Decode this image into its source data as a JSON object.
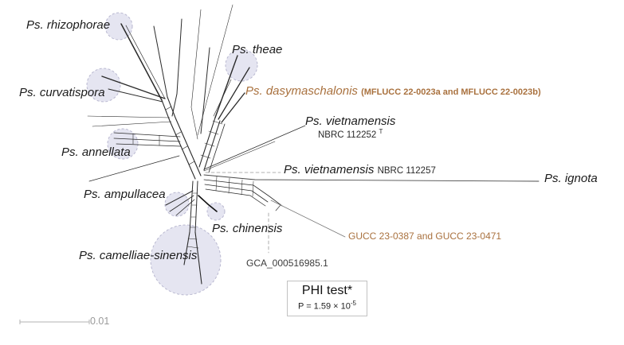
{
  "colors": {
    "novel_text": "#a9713e",
    "highlight_fill": "#e1e0ee",
    "highlight_border": "#b9b8d0",
    "branch": "#2b2b2b",
    "muted_gray": "#9a9a9a"
  },
  "taxa": {
    "rhizophorae": "Ps. rhizophorae",
    "theae": "Ps. theae",
    "curvatispora": "Ps. curvatispora",
    "dasymaschalonis": "Ps. dasymaschalonis",
    "dasymaschalonis_strains": "(MFLUCC 22-0023a and MFLUCC 22-0023b)",
    "vietnamensis_type": "Ps. vietnamensis",
    "vietnamensis_type_strain": "NBRC 112252",
    "vietnamensis_type_marker": "T",
    "annellata": "Ps. annellata",
    "vietnamensis2": "Ps. vietnamensis",
    "vietnamensis2_strain": "NBRC 112257",
    "ignota": "Ps. ignota",
    "ampullacea": "Ps. ampullacea",
    "chinensis": "Ps. chinensis",
    "gucc_strains": "GUCC 23-0387 and GUCC 23-0471",
    "camelliae_sinensis": "Ps. camelliae-sinensis",
    "gca_accession": "GCA_000516985.1"
  },
  "phi_test": {
    "title": "PHI test*",
    "p_base": "P = 1.59 × 10",
    "p_exponent": "-5"
  },
  "scale_bar": {
    "value": "0.01"
  }
}
